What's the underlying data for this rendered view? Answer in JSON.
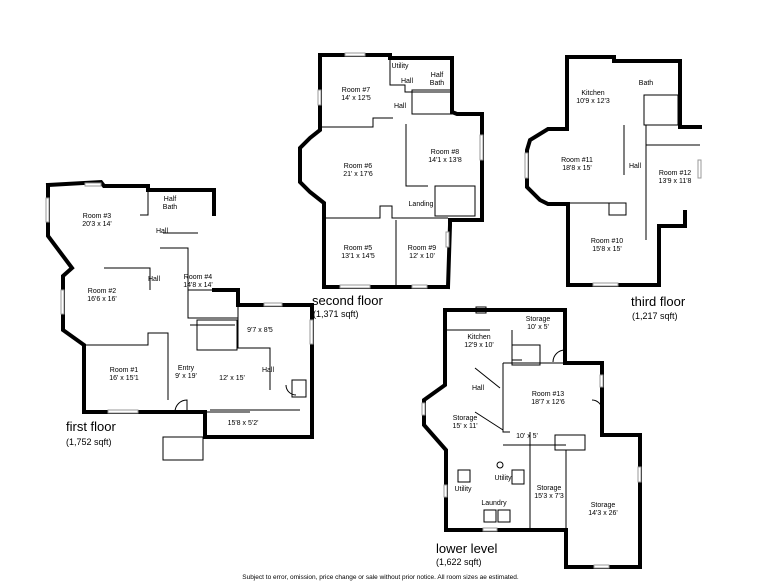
{
  "floors": {
    "first": {
      "title": "first floor",
      "sqft": "(1,752 sqft)",
      "rooms": [
        {
          "name": "Room #3",
          "size": "20'3 x 14'"
        },
        {
          "name": "Half Bath",
          "size": ""
        },
        {
          "name": "Hall",
          "size": ""
        },
        {
          "name": "Room #2",
          "size": "16'6 x 16'"
        },
        {
          "name": "Hall",
          "size": ""
        },
        {
          "name": "Room #4",
          "size": "14'8 x 14'"
        },
        {
          "name": "Room #1",
          "size": "16' x 15'1"
        },
        {
          "name": "Entry",
          "size": "9' x 19'"
        },
        {
          "name": "",
          "size": "9'7 x 8'5"
        },
        {
          "name": "",
          "size": "12' x 15'"
        },
        {
          "name": "Hall",
          "size": ""
        },
        {
          "name": "",
          "size": "15'8 x 5'2'"
        }
      ]
    },
    "second": {
      "title": "second floor",
      "sqft": "(1,371 sqft)",
      "rooms": [
        {
          "name": "Room #7",
          "size": "14' x 12'5"
        },
        {
          "name": "Utility",
          "size": ""
        },
        {
          "name": "Half Bath",
          "size": ""
        },
        {
          "name": "Hall",
          "size": ""
        },
        {
          "name": "Hall",
          "size": ""
        },
        {
          "name": "Room #6",
          "size": "21' x 17'6"
        },
        {
          "name": "Room #8",
          "size": "14'1 x 13'8"
        },
        {
          "name": "Landing",
          "size": ""
        },
        {
          "name": "Room #5",
          "size": "13'1 x 14'5"
        },
        {
          "name": "Room #9",
          "size": "12' x 10'"
        }
      ]
    },
    "third": {
      "title": "third floor",
      "sqft": "(1,217 sqft)",
      "rooms": [
        {
          "name": "Kitchen",
          "size": "10'9 x 12'3"
        },
        {
          "name": "Bath",
          "size": ""
        },
        {
          "name": "Room #11",
          "size": "18'8 x 15'"
        },
        {
          "name": "Hall",
          "size": ""
        },
        {
          "name": "Room #12",
          "size": "13'9 x 11'8"
        },
        {
          "name": "Room #10",
          "size": "15'8 x 15'"
        }
      ]
    },
    "lower": {
      "title": "lower level",
      "sqft": "(1,622 sqft)",
      "rooms": [
        {
          "name": "Storage",
          "size": "10' x 5'"
        },
        {
          "name": "Kitchen",
          "size": "12'9 x 10'"
        },
        {
          "name": "Hall",
          "size": ""
        },
        {
          "name": "Room #13",
          "size": "18'7 x 12'6"
        },
        {
          "name": "Storage",
          "size": "15' x 11'"
        },
        {
          "name": "",
          "size": "10' x 5'"
        },
        {
          "name": "Utility",
          "size": ""
        },
        {
          "name": "Utility",
          "size": ""
        },
        {
          "name": "Storage",
          "size": "15'3 x 7'3"
        },
        {
          "name": "Laundry",
          "size": ""
        },
        {
          "name": "Storage",
          "size": "14'3 x 26'"
        }
      ]
    }
  },
  "disclaimer": "Subject to error, omission, price change or sale without prior notice. All room sizes ae estimated."
}
